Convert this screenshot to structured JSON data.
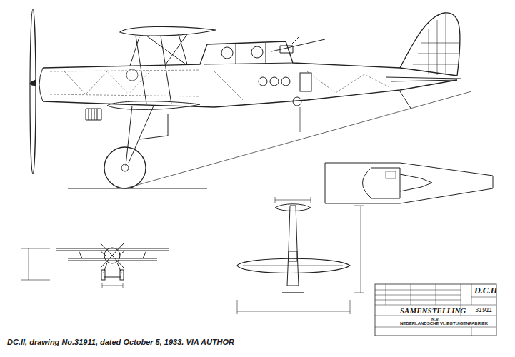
{
  "diagram": {
    "caption": "DC.II, drawing No.31911, dated October 5, 1933. VIA AUTHOR",
    "labels": [
      "SAMENSTELLING",
      "D.C.II",
      "31911",
      "N.V.",
      "NEDERLANDSCHE VLIEGTUIGENFABRIEK"
    ]
  }
}
